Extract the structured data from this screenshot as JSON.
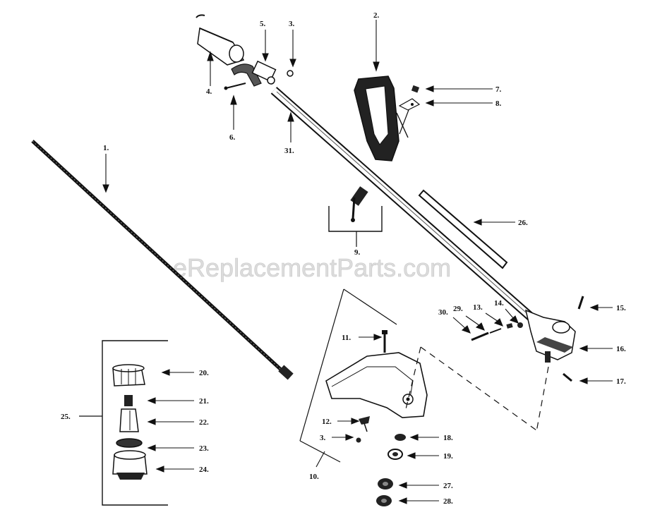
{
  "watermark": "eReplacementParts.com",
  "colors": {
    "ink": "#111111",
    "watermark": "#d0d0d0",
    "background": "#ffffff"
  },
  "callouts": {
    "c1": "1.",
    "c2": "2.",
    "c3": "3.",
    "c4": "4.",
    "c5": "5.",
    "c6": "6.",
    "c7": "7.",
    "c8": "8.",
    "c9": "9.",
    "c10": "10.",
    "c11": "11.",
    "c12": "12.",
    "c3b": "3.",
    "c13": "13.",
    "c14": "14.",
    "c15": "15.",
    "c16": "16.",
    "c17": "17.",
    "c18": "18.",
    "c19": "19.",
    "c20": "20.",
    "c21": "21.",
    "c22": "22.",
    "c23": "23.",
    "c24": "24.",
    "c25": "25.",
    "c26": "26.",
    "c27": "27.",
    "c28": "28.",
    "c29": "29.",
    "c30": "30.",
    "c31": "31."
  }
}
